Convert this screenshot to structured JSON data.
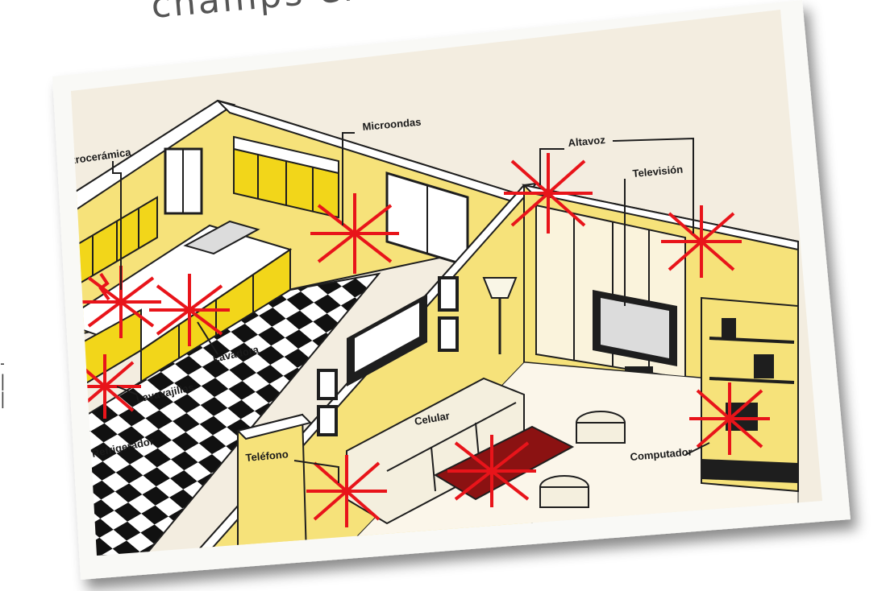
{
  "title": "champs électromagnétiques",
  "colors": {
    "wall": "#f6e27a",
    "cabinet": "#f2d61a",
    "floor_dark": "#111111",
    "floor_light": "#ffffff",
    "emf_burst": "#e8141a",
    "frame": "#f9f9f6",
    "outline": "#1e1e1e"
  },
  "labels": {
    "vitroceramica": "Vitrocerámica",
    "microondas": "Microondas",
    "altavoz": "Altavoz",
    "television": "Televisión",
    "lavadora": "Lavadora",
    "lavavajillas": "Lavavajillas",
    "refrigerador": "Refrigerador",
    "celular": "Celular",
    "telefono": "Teléfono",
    "computador": "Computador"
  }
}
